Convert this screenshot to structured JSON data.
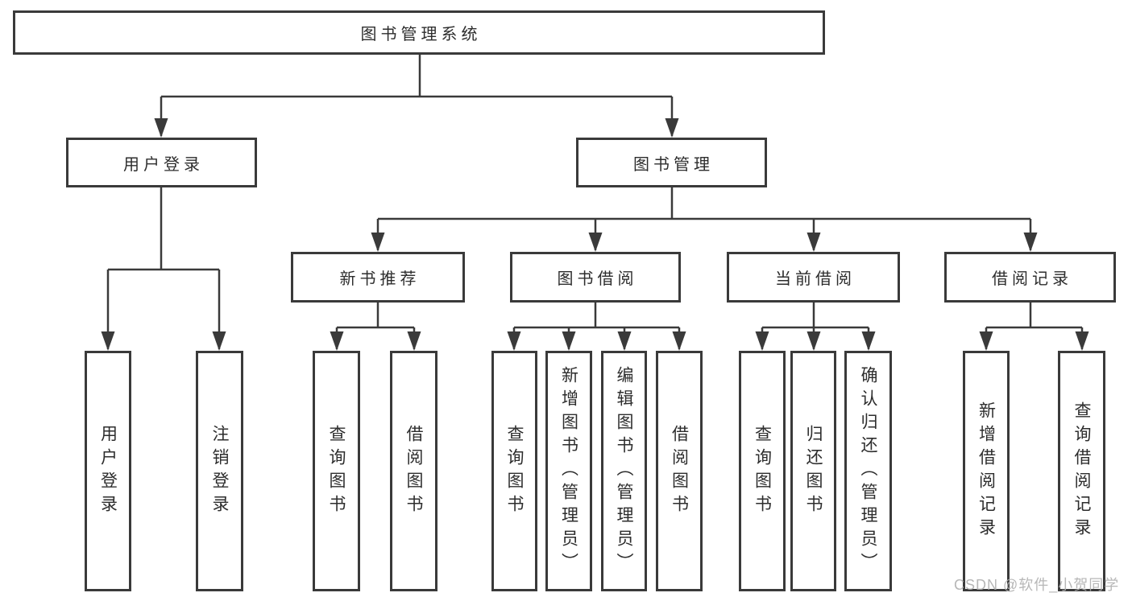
{
  "colors": {
    "line": "#3a3a3a",
    "text": "#2d2d2d",
    "background": "#ffffff",
    "watermark": "#b0b0b0"
  },
  "watermark": "CSDN @软件_小贺同学",
  "tree": {
    "root": "图书管理系统",
    "user_login": {
      "label": "用户登录",
      "children": [
        "用户登录",
        "注销登录"
      ]
    },
    "book_mgmt": {
      "label": "图书管理",
      "sections": {
        "new_books": {
          "label": "新书推荐",
          "children": [
            "查询图书",
            "借阅图书"
          ]
        },
        "book_borrow": {
          "label": "图书借阅",
          "children": [
            "查询图书",
            "新增图书（管理员）",
            "编辑图书（管理员）",
            "借阅图书"
          ]
        },
        "current_borrow": {
          "label": "当前借阅",
          "children": [
            "查询图书",
            "归还图书",
            "确认归还（管理员）"
          ]
        },
        "borrow_records": {
          "label": "借阅记录",
          "children": [
            "新增借阅记录",
            "查询借阅记录"
          ]
        }
      }
    }
  }
}
